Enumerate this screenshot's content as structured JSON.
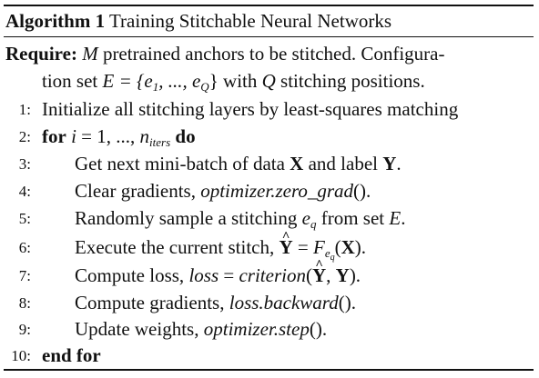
{
  "algorithm": {
    "label": "Algorithm 1",
    "title": "Training Stitchable Neural Networks",
    "require_label": "Require:",
    "require": {
      "var_m": "M",
      "text_1": " pretrained anchors to be stitched. Configura-",
      "text_2": "tion set ",
      "set_expr": "E = {e",
      "sub_1": "1",
      "mid": ", ..., e",
      "sub_q": "Q",
      "close": "}",
      "text_3": " with ",
      "var_q": "Q",
      "text_4": " stitching positions."
    },
    "steps": [
      {
        "num": "1:",
        "text": "Initialize all stitching layers by least-squares matching"
      },
      {
        "num": "2:",
        "kw_for": "for",
        "var_i": "i",
        "eq": " = 1, ..., ",
        "var_n": "n",
        "sub_iters": "iters",
        "kw_do": "do"
      },
      {
        "num": "3:",
        "text_a": "Get next mini-batch of data ",
        "bold_x": "X",
        "text_b": " and label ",
        "bold_y": "Y",
        "text_c": "."
      },
      {
        "num": "4:",
        "text_a": "Clear gradients, ",
        "math": "optimizer.zero_grad",
        "text_b": "()."
      },
      {
        "num": "5:",
        "text_a": "Randomly sample a stitching ",
        "var_e": "e",
        "sub_q": "q",
        "text_b": " from set ",
        "var_E": "E",
        "text_c": "."
      },
      {
        "num": "6:",
        "text_a": "Execute the current stitch, ",
        "bold_y": "Y",
        "eq": " = ",
        "var_f": "F",
        "sub_e": "e",
        "sub_q": "q",
        "paren_open": "(",
        "bold_x": "X",
        "text_b": ")."
      },
      {
        "num": "7:",
        "text_a": "Compute loss, ",
        "math_loss": "loss",
        "eq": " = ",
        "math_crit": "criterion",
        "paren_open": "(",
        "bold_y": "Y",
        "comma": ", ",
        "bold_y2": "Y",
        "text_b": ")."
      },
      {
        "num": "8:",
        "text_a": "Compute gradients, ",
        "math": "loss.backward",
        "text_b": "()."
      },
      {
        "num": "9:",
        "text_a": "Update weights, ",
        "math": "optimizer.step",
        "text_b": "()."
      },
      {
        "num": "10:",
        "kw_end": "end for"
      }
    ]
  }
}
